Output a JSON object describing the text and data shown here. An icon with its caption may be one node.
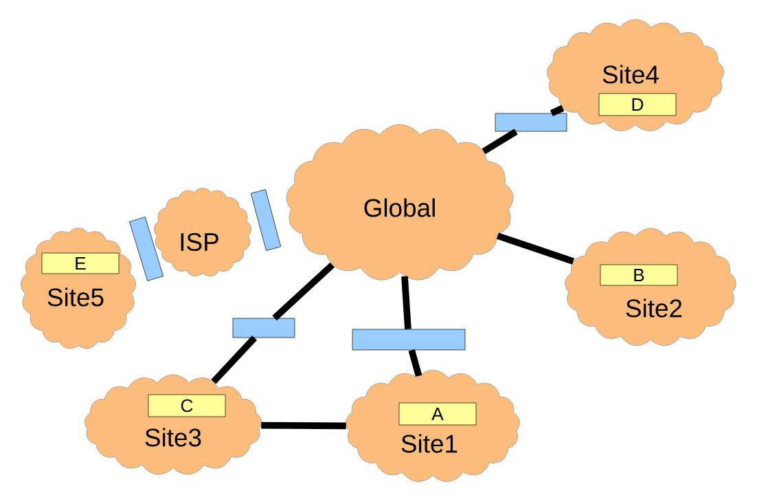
{
  "diagram": {
    "nodes": [
      {
        "text": [
          "Site4"
        ]
      },
      {
        "text": [
          "D"
        ],
        "in": 0
      },
      {
        "text": [],
        "shape": "box"
      },
      {
        "text": [
          "Global"
        ]
      },
      {
        "text": [
          "ISP"
        ]
      },
      {
        "text": [],
        "shape": "box"
      },
      {
        "text": [],
        "shape": "box"
      },
      {
        "text": [
          "Site5"
        ]
      },
      {
        "text": [
          "E"
        ],
        "in": 7
      },
      {
        "text": [
          "Site2"
        ]
      },
      {
        "text": [
          "B"
        ],
        "in": 9
      },
      {
        "text": [],
        "shape": "box"
      },
      {
        "text": [],
        "shape": "box"
      },
      {
        "text": [
          "Site3"
        ]
      },
      {
        "text": [
          "C"
        ],
        "in": 13
      },
      {
        "text": [
          "Site1"
        ]
      },
      {
        "text": [
          "A"
        ],
        "in": 15
      }
    ],
    "edges": [
      {
        "from": 3,
        "to": 2,
        "arrow": "none"
      },
      {
        "from": 2,
        "to": 0,
        "arrow": "none"
      },
      {
        "from": 3,
        "to": 9,
        "arrow": "none"
      },
      {
        "from": 3,
        "to": 11,
        "arrow": "none"
      },
      {
        "from": 11,
        "to": 13,
        "arrow": "none"
      },
      {
        "from": 3,
        "to": 12,
        "arrow": "none"
      },
      {
        "from": 12,
        "to": 15,
        "arrow": "none"
      },
      {
        "from": 13,
        "to": 15,
        "arrow": "none"
      }
    ]
  }
}
